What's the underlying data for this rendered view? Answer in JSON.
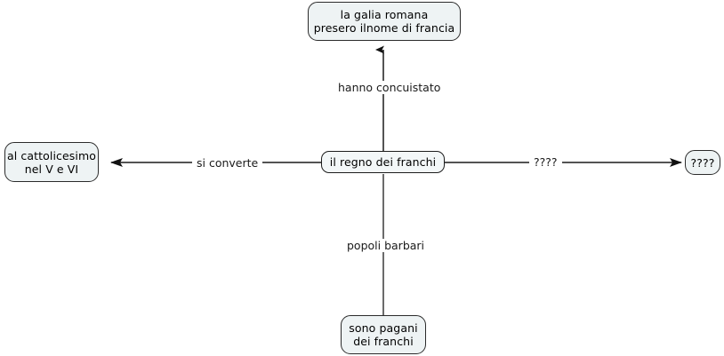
{
  "diagram": {
    "type": "concept-map",
    "title": "il regno dei franchi",
    "background_color": "#ffffff",
    "node_fill_color": "#eef3f4",
    "node_border_color": "#2b2b2b",
    "edge_color": "#1a1a1a",
    "nodes": [
      {
        "id": "top",
        "label": "la galia romana\npresero ilnome di francia",
        "shape": "rounded-rect"
      },
      {
        "id": "left",
        "label": "al cattolicesimo\nnel V e VI",
        "shape": "rounded-rect"
      },
      {
        "id": "center",
        "label": "il regno dei franchi",
        "shape": "rounded-rect"
      },
      {
        "id": "right",
        "label": "????",
        "shape": "rounded-rect"
      },
      {
        "id": "bottom",
        "label": "sono pagani\ndei franchi",
        "shape": "rounded-rect"
      }
    ],
    "edges": [
      {
        "id": "edge-top",
        "from": "center",
        "to": "top",
        "label": "hanno concuistato",
        "arrow": "up",
        "arrowhead": true
      },
      {
        "id": "edge-left",
        "from": "center",
        "to": "left",
        "label": "si converte",
        "arrow": "left",
        "arrowhead": true
      },
      {
        "id": "edge-right",
        "from": "center",
        "to": "right",
        "label": "????",
        "arrow": "right",
        "arrowhead": true
      },
      {
        "id": "edge-bottom",
        "from": "bottom",
        "to": "center",
        "label": "popoli barbari",
        "arrow": "none",
        "arrowhead": false
      }
    ]
  }
}
